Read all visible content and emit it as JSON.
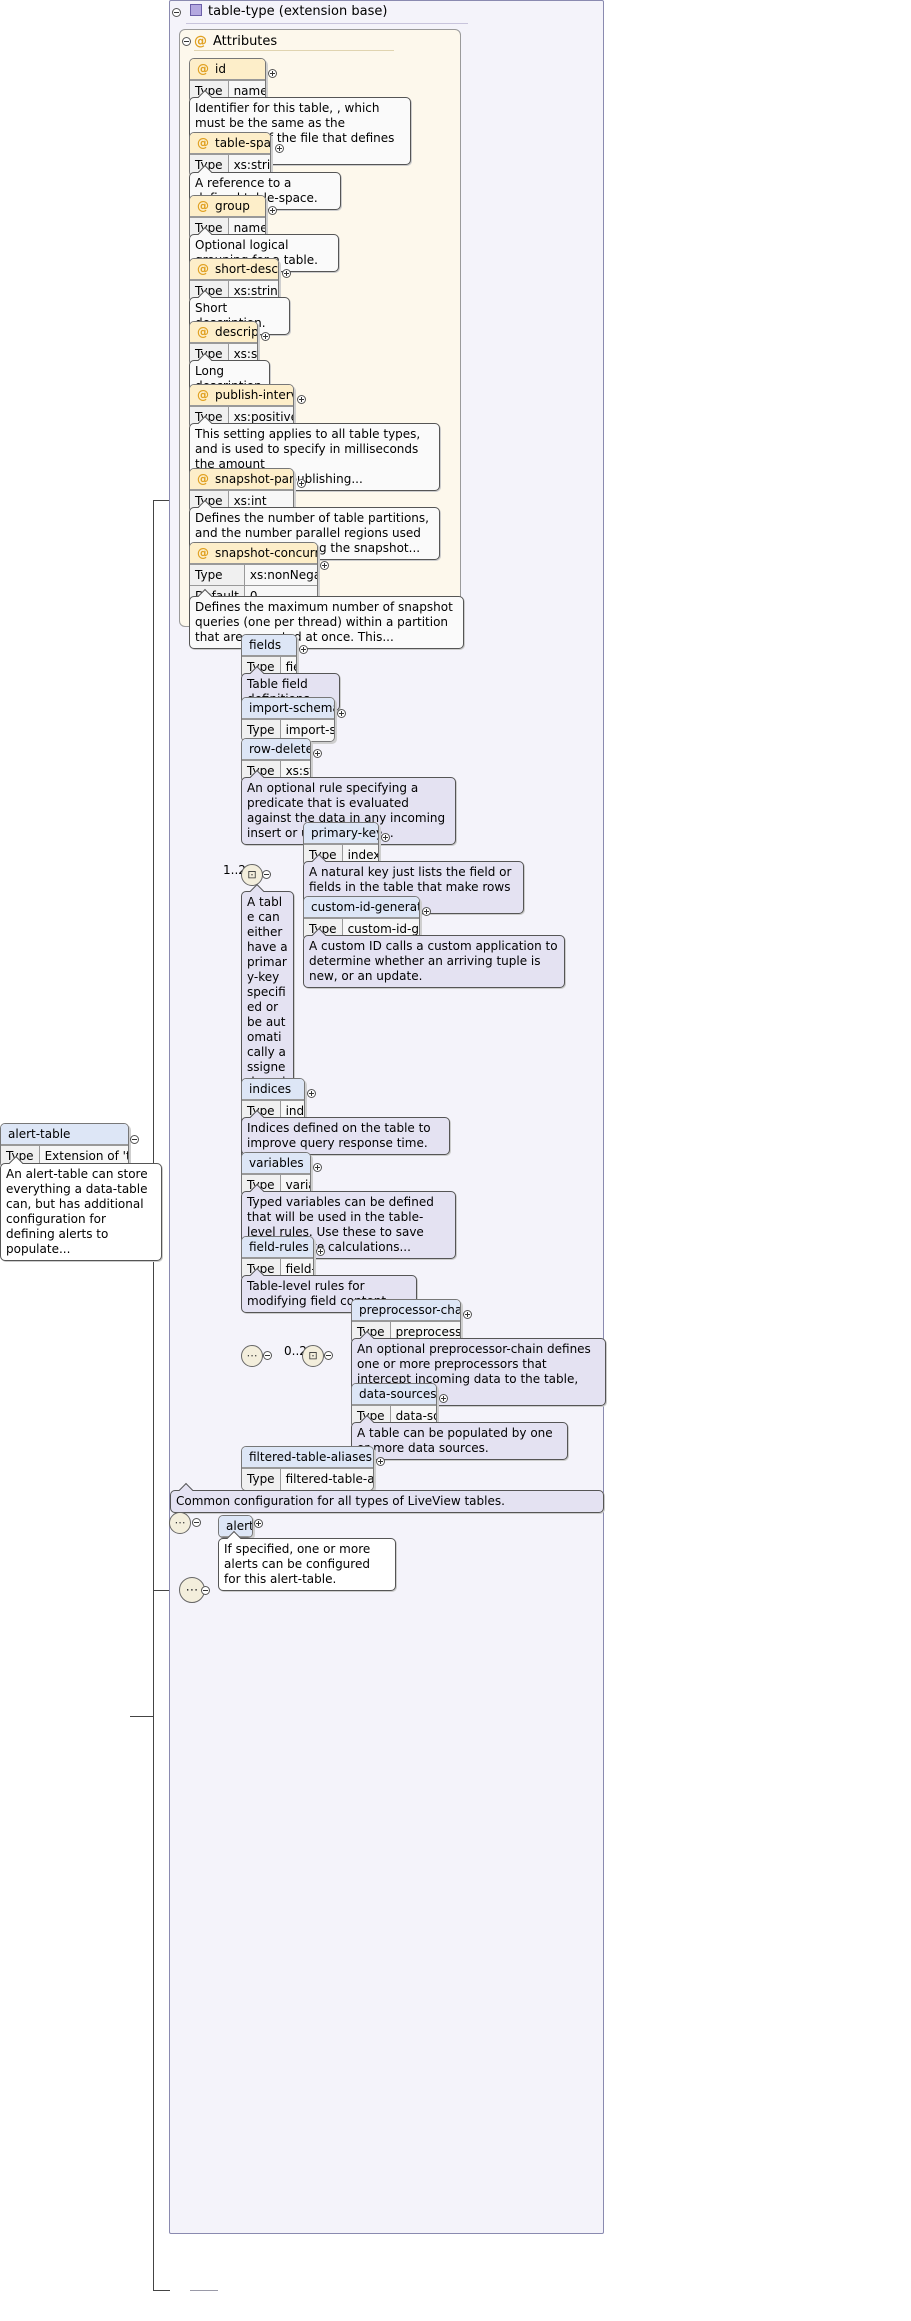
{
  "root": {
    "name": "alert-table",
    "type_key": "Type",
    "type_value": "Extension of 'table-type'",
    "doc": "An alert-table can store everything a data-table can, but has additional configuration for defining alerts to populate..."
  },
  "extension": {
    "title": "table-type (extension base)",
    "doc": "Common configuration for all types of LiveView tables."
  },
  "attributes": {
    "title": "Attributes",
    "items": [
      {
        "name": "id",
        "type_key": "Type",
        "type": "name-type",
        "doc": "Identifier for this table, , which must be the same as the basename of the file that defines this table."
      },
      {
        "name": "table-space-ref",
        "type_key": "Type",
        "type": "xs:string",
        "doc": "A reference to a defined table-space."
      },
      {
        "name": "group",
        "type_key": "Type",
        "type": "name-type",
        "doc": "Optional logical grouping for a table."
      },
      {
        "name": "short-description",
        "type_key": "Type",
        "type": "xs:string",
        "doc": "Short description."
      },
      {
        "name": "description",
        "type_key": "Type",
        "type": "xs:string",
        "doc": "Long description."
      },
      {
        "name": "publish-interval-millis",
        "type_key": "Type",
        "type": "xs:positiveInteger",
        "doc": "This setting applies to all table types, and is used to specify in milliseconds the amount\nof delay before publishing..."
      },
      {
        "name": "snapshot-parallelism",
        "type_key": "Type",
        "type": "xs:int",
        "doc": "Defines the number of table partitions, and the number parallel regions used to scan a table during the snapshot..."
      },
      {
        "name": "snapshot-concurrency",
        "type_key": "Type",
        "type": "xs:nonNegativeInteger",
        "default_key": "Default",
        "default": "0",
        "doc": "Defines the maximum number of snapshot queries (one per thread) within a partition that are executed at once. This..."
      }
    ]
  },
  "elements": {
    "fields": {
      "name": "fields",
      "type_key": "Type",
      "type": "fields",
      "doc": "Table field definitions."
    },
    "import_schema": {
      "name": "import-schema",
      "type_key": "Type",
      "type": "import-schema"
    },
    "row_delete_rule": {
      "name": "row-delete-rule",
      "type_key": "Type",
      "type": "xs:string",
      "doc": "An optional rule specifying a predicate that is evaluated against the data in any incoming insert or update. If the..."
    },
    "choice": {
      "multiplicity": "1..2",
      "doc": "A table can either have a primary-key specified or be automatically assigned a primary-key based on an internal..."
    },
    "primary_key": {
      "name": "primary-key",
      "type_key": "Type",
      "type": "index-type",
      "doc": "A natural key just lists the field or fields in the table that make rows unique."
    },
    "custom_id_generation": {
      "name": "custom-id-generation",
      "type_key": "Type",
      "type": "custom-id-generation",
      "doc": "A custom ID calls a custom application to determine whether an arriving tuple is new, or an update."
    },
    "indices": {
      "name": "indices",
      "type_key": "Type",
      "type": "indices",
      "doc": "Indices defined on the table to improve query response time."
    },
    "variables": {
      "name": "variables",
      "type_key": "Type",
      "type": "variables",
      "doc": "Typed variables can be defined that will be used in the table-level rules. Use these to save intermediate calculations..."
    },
    "field_rules": {
      "name": "field-rules",
      "type_key": "Type",
      "type": "field-rules",
      "doc": "Table-level rules for modifying field content."
    },
    "inner_choice": {
      "multiplicity": "0..2"
    },
    "preprocessor_chain": {
      "name": "preprocessor-chain",
      "type_key": "Type",
      "type": "preprocessor-chain",
      "doc": "An optional preprocessor-chain defines one or more preprocessors that intercept incoming data to the table, transform..."
    },
    "data_sources": {
      "name": "data-sources",
      "type_key": "Type",
      "type": "data-sources",
      "doc": "A table can be populated by one or more data sources."
    },
    "filtered_table_aliases": {
      "name": "filtered-table-aliases",
      "type_key": "Type",
      "type": "filtered-table-aliases-type"
    },
    "alerts": {
      "name": "alerts",
      "doc": "If specified, one or more alerts can be configured for this alert-table."
    }
  }
}
